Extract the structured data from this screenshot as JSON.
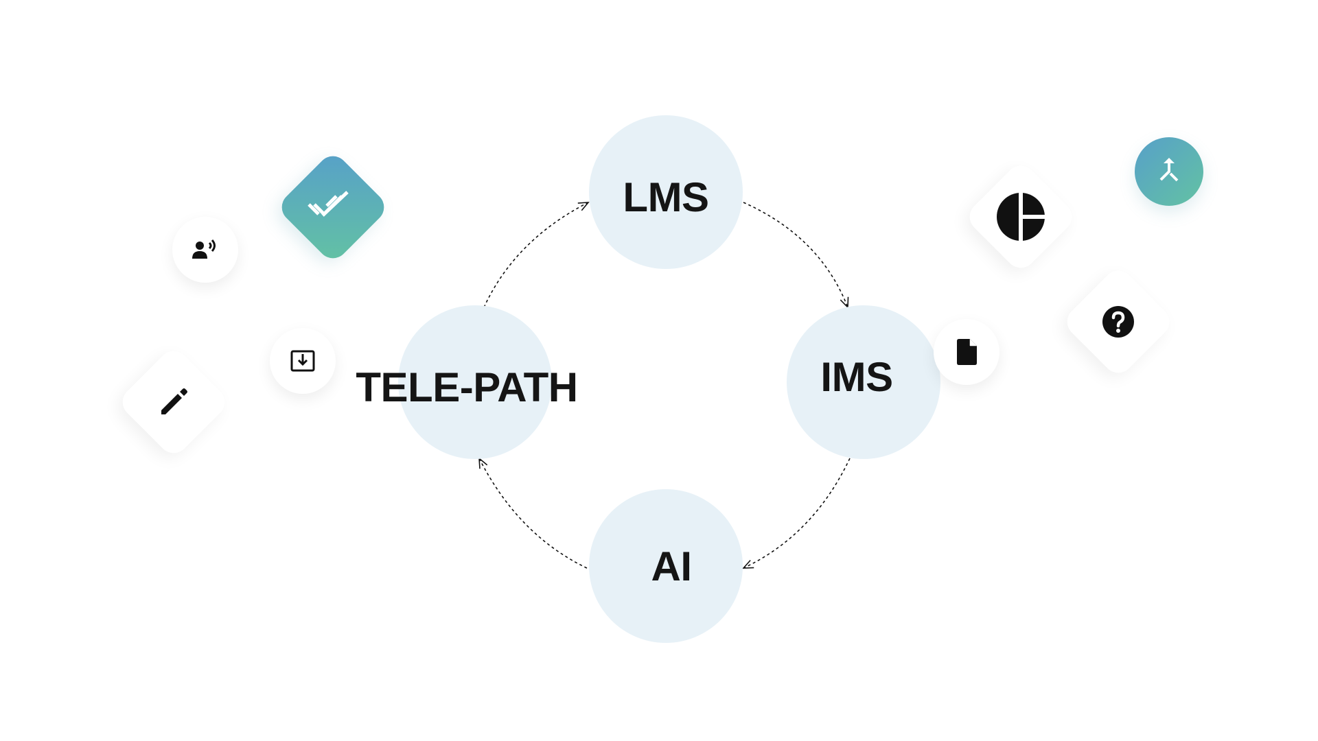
{
  "diagram": {
    "nodes": {
      "lms": {
        "label": "LMS"
      },
      "ims": {
        "label": "IMS"
      },
      "ai": {
        "label": "AI"
      },
      "telepath": {
        "label": "TELE-PATH"
      }
    },
    "edges": [
      {
        "from": "LMS",
        "to": "IMS"
      },
      {
        "from": "IMS",
        "to": "AI"
      },
      {
        "from": "AI",
        "to": "TELE-PATH"
      },
      {
        "from": "TELE-PATH",
        "to": "LMS"
      }
    ],
    "node_fill": "#e7f1f7",
    "edge_style": "dashed"
  },
  "decorations": {
    "icons": [
      "double-check-icon",
      "voice-user-icon",
      "download-box-icon",
      "pencil-icon",
      "file-icon",
      "pie-chart-icon",
      "merge-arrow-icon",
      "question-icon"
    ],
    "gradient_colors": [
      "#57a0c9",
      "#63c2a3"
    ]
  }
}
